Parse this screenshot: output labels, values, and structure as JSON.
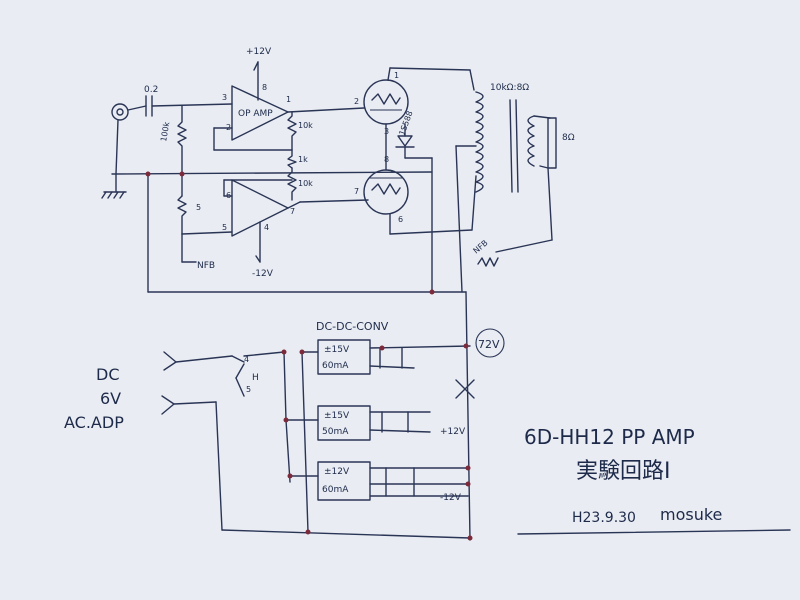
{
  "colors": {
    "paper": "#e9ecf2",
    "ink": "#2a3556",
    "dot": "#7a2a3a",
    "background": "#6d7680"
  },
  "input": {
    "cap_value": "0.2",
    "pot_value": "100k"
  },
  "opamp1": {
    "label": "OP AMP",
    "supply_pos": "+12V",
    "pins": {
      "p8": "8",
      "p3": "3",
      "p2": "2",
      "p1": "1"
    }
  },
  "opamp2": {
    "supply_neg": "-12V",
    "pins": {
      "p6": "6",
      "p5": "5",
      "p4": "4",
      "p7": "7"
    }
  },
  "resistors": {
    "r1": "10k",
    "r2": "1k",
    "r3": "10k",
    "r4": "5"
  },
  "nfb": {
    "left": "NFB",
    "right": "NFB"
  },
  "tube": {
    "diode": "1S588",
    "pins": {
      "p1": "1",
      "p2": "2",
      "p3": "3",
      "p8": "8",
      "p7": "7",
      "p6": "6"
    }
  },
  "transformer": {
    "label": "10kΩ:8Ω",
    "speaker": "8Ω"
  },
  "power": {
    "title": "DC-DC-CONV",
    "hv_label": "72V",
    "dc_input": [
      "DC",
      "6V",
      "AC.ADP"
    ],
    "switch_label": "H",
    "switch_pins": [
      "4",
      "5"
    ],
    "converters": [
      {
        "volt": "±15V",
        "curr": "60mA"
      },
      {
        "volt": "±15V",
        "curr": "50mA"
      },
      {
        "volt": "±12V",
        "curr": "60mA"
      }
    ],
    "out_pos": "+12V",
    "out_neg": "-12V"
  },
  "title_block": {
    "title": "6D-HH12 PP AMP",
    "subtitle": "実験回路Ⅰ",
    "date": "H23.9.30",
    "author": "mosuke"
  }
}
